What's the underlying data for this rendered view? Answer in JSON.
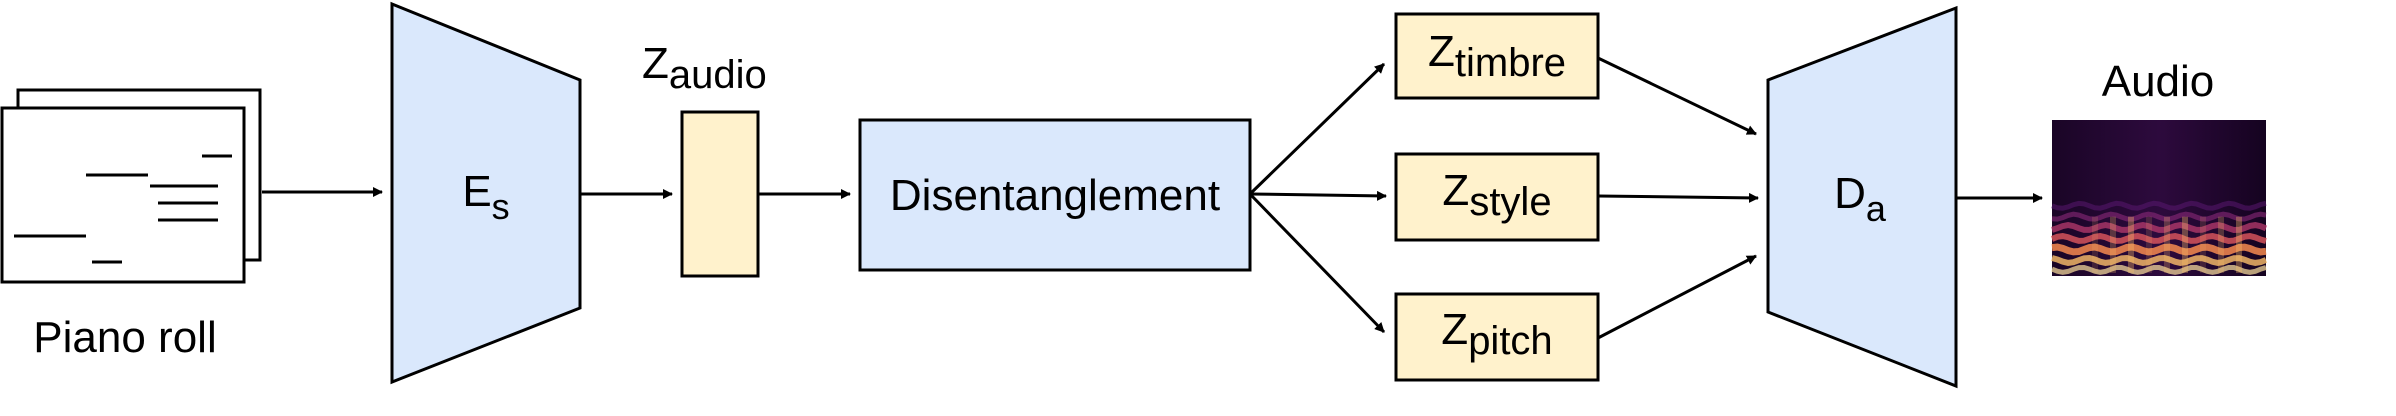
{
  "colors": {
    "blue_fill": "#dae8fc",
    "yellow_fill": "#fff2cc",
    "stroke": "#000000",
    "background": "#ffffff"
  },
  "piano_roll": {
    "label": "Piano roll"
  },
  "encoder": {
    "main": "E",
    "sub": "s"
  },
  "z_audio": {
    "main": "Z",
    "sub": "audio"
  },
  "disentanglement": {
    "label": "Disentanglement"
  },
  "z_timbre": {
    "main": "Z",
    "sub": "timbre"
  },
  "z_style": {
    "main": "Z",
    "sub": "style"
  },
  "z_pitch": {
    "main": "Z",
    "sub": "pitch"
  },
  "decoder": {
    "main": "D",
    "sub": "a"
  },
  "audio_output": {
    "label": "Audio"
  }
}
